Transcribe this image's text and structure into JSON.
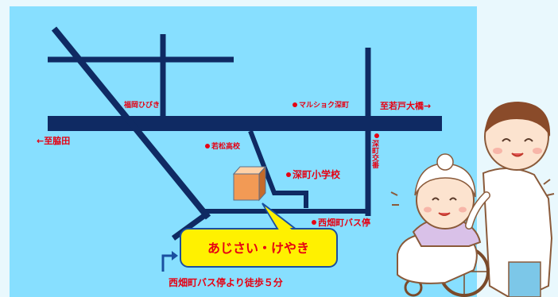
{
  "places": {
    "fukuoka_hibiki": "福岡ひびき",
    "marushoku": "マルショク深町",
    "to_wakato_bridge": "至若戸大橋→",
    "to_wakimachi": "←至脇田",
    "wakamatsu_high": "若松高校",
    "fukamachi_elementary": "深町小学校",
    "nishibata_bus_stop": "西畑町バス停",
    "koban": "深町交番",
    "facility_name": "あじさい・けやき",
    "walk_note": "西畑町バス停より徒歩５分"
  },
  "colors": {
    "map_bg": "#87dfff",
    "road": "#0f2a63",
    "label_red": "#e60012",
    "callout_fill": "#fff100",
    "callout_stroke": "#1a4fa0",
    "building": "#f29a55",
    "page_bg": "#e9f8fd"
  },
  "icons": {
    "building": "orange-cube-building-icon",
    "direction_arrow": "turn-arrow-icon",
    "illustration": "caregiver-and-elderly-in-wheelchair-illustration"
  }
}
